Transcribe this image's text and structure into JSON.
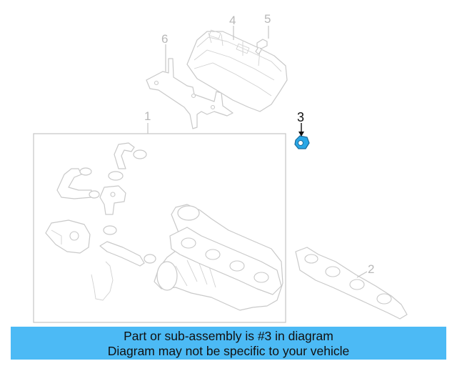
{
  "callouts": {
    "c1": "1",
    "c2": "2",
    "c3": "3",
    "c4": "4",
    "c5": "5",
    "c6": "6"
  },
  "highlighted_callout": "3",
  "colors": {
    "highlight_part": "#2aa7e6",
    "banner_bg": "#4cbaf5"
  },
  "banner": {
    "line1": "Part or sub-assembly is #3 in diagram",
    "line2": "Diagram may not be specific to your vehicle"
  }
}
